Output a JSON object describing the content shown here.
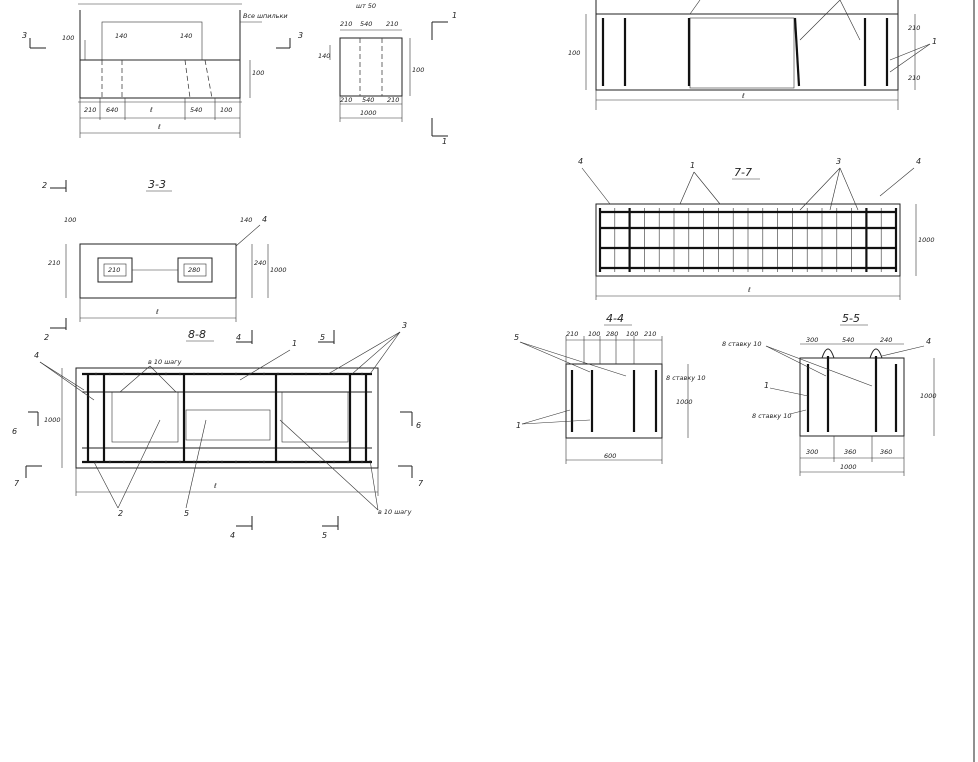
{
  "sheet": {
    "section_titles": {
      "s33": "3-3",
      "s77": "7-7",
      "s88": "8-8",
      "s44": "4-4",
      "s55": "5-5"
    },
    "dims": {
      "d100": "100",
      "d140": "140",
      "d210": "210",
      "d240": "240",
      "d280": "280",
      "d300": "300",
      "d360": "360",
      "d540": "540",
      "d600": "600",
      "d640": "640",
      "d1000": "1000",
      "dL": "ℓ"
    },
    "marks": {
      "m1": "1",
      "m2": "2",
      "m3": "3",
      "m4": "4",
      "m5": "5",
      "m6": "6",
      "m7": "7"
    },
    "callouts": {
      "every10": "в 10 шагу",
      "every10b": "8 ставку 10",
      "bolts": "Все шпильки",
      "top_note": "шт 50"
    }
  }
}
